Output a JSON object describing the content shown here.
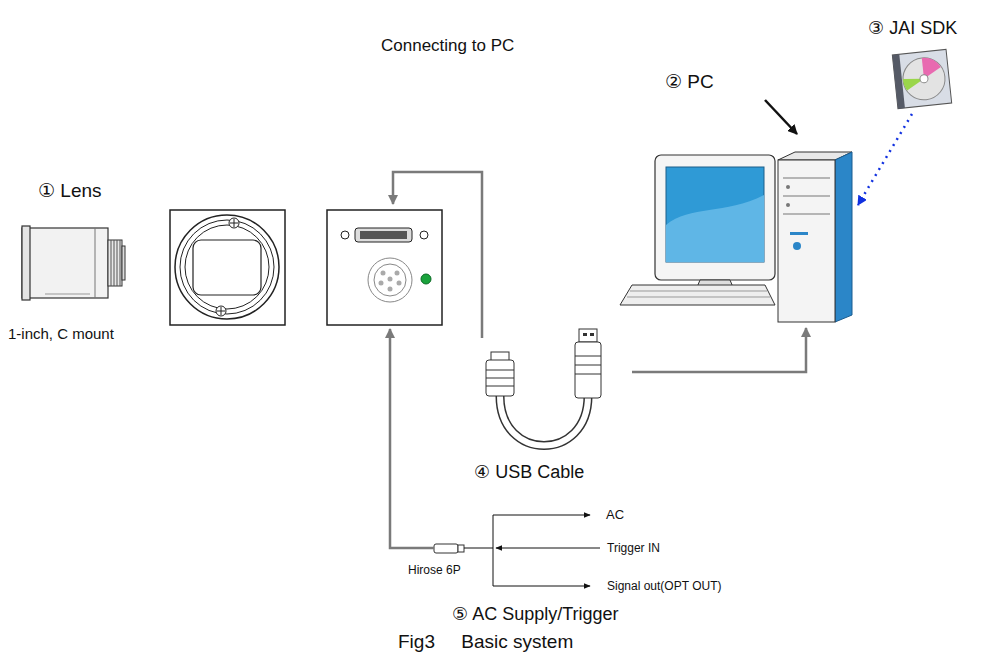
{
  "diagram": {
    "title": "Connecting to PC",
    "caption": "Fig3     Basic system",
    "nodes": [
      {
        "text": [
          "① Lens",
          "1-inch, C mount"
        ]
      },
      {
        "text": [
          "② PC"
        ]
      },
      {
        "text": [
          "③ JAI SDK"
        ]
      },
      {
        "text": [
          "④ USB Cable"
        ]
      }
    ],
    "edges": [
      {
        "from": 2,
        "to": 1,
        "arrow": "to"
      },
      {
        "from": 3,
        "to": 1,
        "arrow": "to"
      }
    ],
    "labels": [
      "⑤ AC Supply/Trigger",
      "Hirose 6P",
      "AC",
      "Trigger IN",
      "Signal out(OPT OUT)"
    ]
  }
}
